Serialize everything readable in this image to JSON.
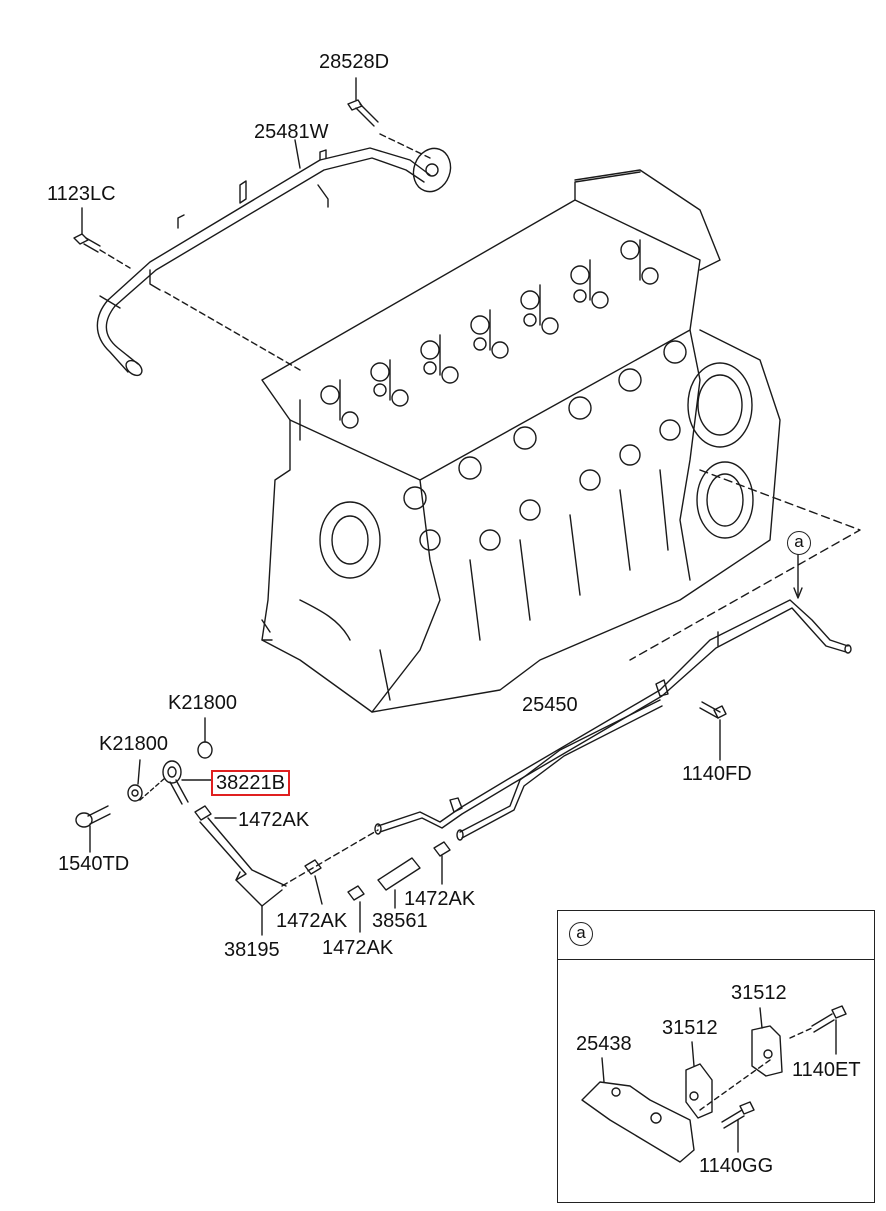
{
  "labels": {
    "p28528D": "28528D",
    "p25481W": "25481W",
    "p1123LC": "1123LC",
    "pK21800_a": "K21800",
    "pK21800_b": "K21800",
    "p38221B": "38221B",
    "p1472AK_a": "1472AK",
    "p1540TD": "1540TD",
    "p25450": "25450",
    "p1140FD": "1140FD",
    "p1472AK_b": "1472AK",
    "p38561": "38561",
    "p1472AK_c": "1472AK",
    "p1472AK_d": "1472AK",
    "p38195": "38195"
  },
  "callout": "a",
  "inset": {
    "tag": "a",
    "p31512_a": "31512",
    "p31512_b": "31512",
    "p25438": "25438",
    "p1140ET": "1140ET",
    "p1140GG": "1140GG"
  },
  "highlight_color": "#e02020"
}
